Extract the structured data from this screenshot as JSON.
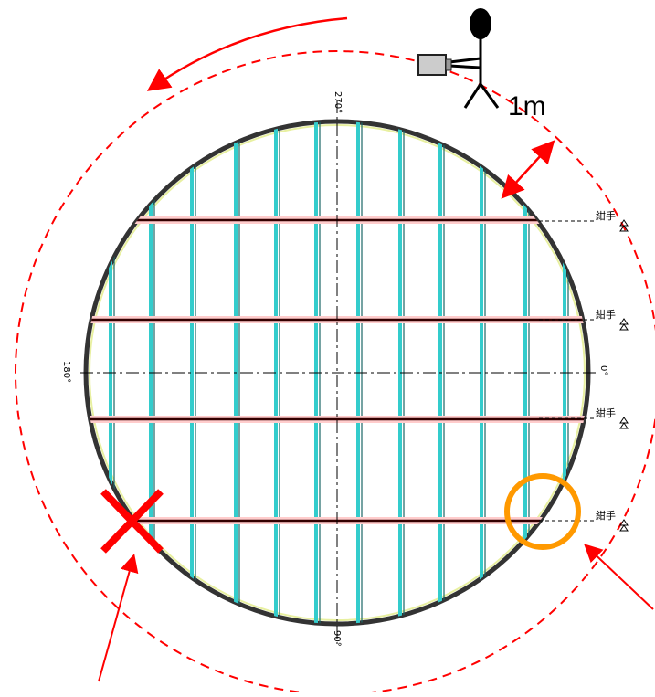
{
  "distance_label": "1m",
  "angle_labels": {
    "top": "270°",
    "bottom": "90°",
    "left": "180°",
    "right": "0°"
  },
  "handrail_label": "紺手",
  "colors": {
    "accent_red": "#ff0000",
    "marker_orange": "#ff9900",
    "beam_cyan": "#33cccc",
    "vessel_outline": "#222222"
  },
  "icons": [
    "person-icon",
    "camera-icon",
    "cross-mark-icon",
    "highlight-circle-icon"
  ]
}
